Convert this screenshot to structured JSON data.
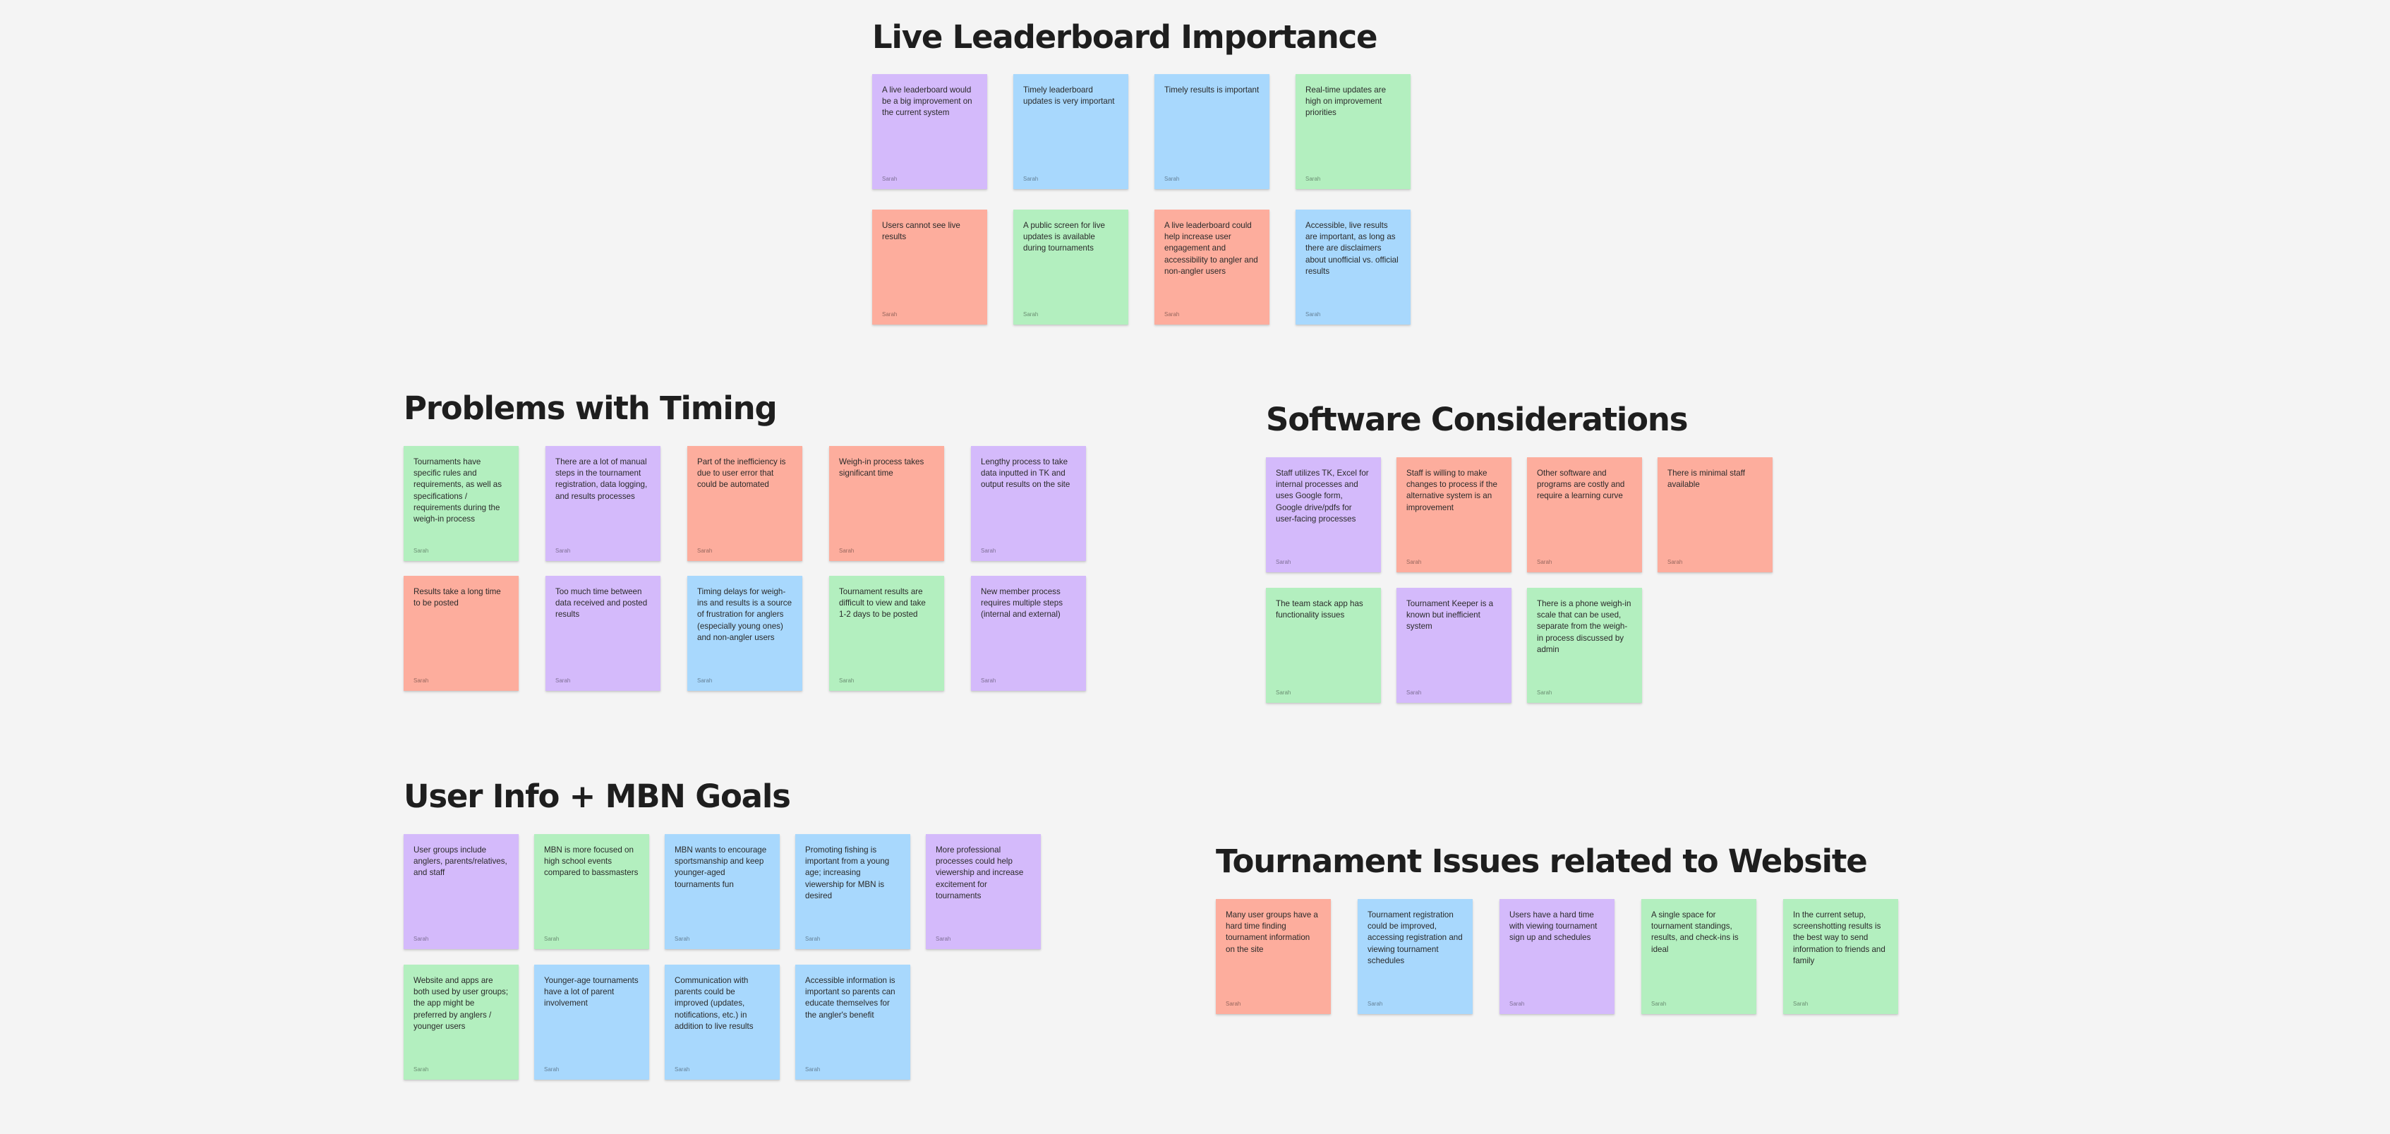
{
  "colors": {
    "canvas": "#f4f4f4",
    "violet": "#d4bafb",
    "blue": "#a8d8fd",
    "green": "#b3efbf",
    "red": "#fdad9d"
  },
  "sections": {
    "leaderboard": {
      "title": "Live Leaderboard Importance",
      "notes": [
        {
          "text": "A live leaderboard would be a big improvement on the current system",
          "author": "Sarah",
          "color": "violet"
        },
        {
          "text": "Timely leaderboard updates is very important",
          "author": "Sarah",
          "color": "blue"
        },
        {
          "text": "Timely results is important",
          "author": "Sarah",
          "color": "blue"
        },
        {
          "text": "Real-time updates are high on improvement priorities",
          "author": "Sarah",
          "color": "green"
        },
        {
          "text": "Users cannot see live results",
          "author": "Sarah",
          "color": "red"
        },
        {
          "text": "A public screen for live updates is available during tournaments",
          "author": "Sarah",
          "color": "green"
        },
        {
          "text": "A live leaderboard could help increase user engagement and accessibility to angler and non-angler users",
          "author": "Sarah",
          "color": "red"
        },
        {
          "text": "Accessible, live results are important, as long as there are disclaimers about unofficial vs. official results",
          "author": "Sarah",
          "color": "blue"
        }
      ]
    },
    "timing": {
      "title": "Problems with Timing",
      "notes": [
        {
          "text": "Tournaments have specific rules and requirements, as well as specifications / requirements during the weigh-in process",
          "author": "Sarah",
          "color": "green"
        },
        {
          "text": "There are a lot of manual steps in the tournament registration, data logging, and results processes",
          "author": "Sarah",
          "color": "violet"
        },
        {
          "text": "Part of the inefficiency is due to user error that could be automated",
          "author": "Sarah",
          "color": "red"
        },
        {
          "text": "Weigh-in process takes significant time",
          "author": "Sarah",
          "color": "red"
        },
        {
          "text": "Lengthy process to take data inputted in TK and output results on the site",
          "author": "Sarah",
          "color": "violet"
        },
        {
          "text": "Results take a long time to be posted",
          "author": "Sarah",
          "color": "red"
        },
        {
          "text": "Too much time between data received and posted results",
          "author": "Sarah",
          "color": "violet"
        },
        {
          "text": "Timing delays for weigh-ins and results is a source of frustration for anglers (especially young ones) and non-angler users",
          "author": "Sarah",
          "color": "blue"
        },
        {
          "text": "Tournament results are difficult to view and take 1-2 days to be posted",
          "author": "Sarah",
          "color": "green"
        },
        {
          "text": "New member process requires multiple steps (internal and external)",
          "author": "Sarah",
          "color": "violet"
        }
      ]
    },
    "software": {
      "title": "Software Considerations",
      "notes": [
        {
          "text": "Staff utilizes TK, Excel for internal processes and uses Google form, Google drive/pdfs for user-facing processes",
          "author": "Sarah",
          "color": "violet"
        },
        {
          "text": "Staff is willing to make changes to process if the alternative system is an improvement",
          "author": "Sarah",
          "color": "red"
        },
        {
          "text": "Other software and programs are costly and require a learning curve",
          "author": "Sarah",
          "color": "red"
        },
        {
          "text": "There is minimal staff available",
          "author": "Sarah",
          "color": "red"
        },
        {
          "text": "The team stack app has functionality issues",
          "author": "Sarah",
          "color": "green"
        },
        {
          "text": "Tournament Keeper is a known but inefficient system",
          "author": "Sarah",
          "color": "violet"
        },
        {
          "text": "There is a phone weigh-in scale that can be used, separate from the weigh-in process discussed by admin",
          "author": "Sarah",
          "color": "green"
        }
      ]
    },
    "userinfo": {
      "title": "User Info + MBN Goals",
      "notes": [
        {
          "text": "User groups include anglers, parents/relatives, and staff",
          "author": "Sarah",
          "color": "violet"
        },
        {
          "text": "MBN is more focused on high school events compared to bassmasters",
          "author": "Sarah",
          "color": "green"
        },
        {
          "text": "MBN wants to encourage sportsmanship and keep younger-aged tournaments fun",
          "author": "Sarah",
          "color": "blue"
        },
        {
          "text": "Promoting fishing is important from a young age; increasing viewership for MBN is desired",
          "author": "Sarah",
          "color": "blue"
        },
        {
          "text": "More professional processes could help viewership and increase excitement for tournaments",
          "author": "Sarah",
          "color": "violet"
        },
        {
          "text": "Website and apps are both used by user groups; the app might be preferred by anglers / younger users",
          "author": "Sarah",
          "color": "green"
        },
        {
          "text": "Younger-age tournaments have a lot of parent involvement",
          "author": "Sarah",
          "color": "blue"
        },
        {
          "text": "Communication with parents could be improved (updates, notifications, etc.) in addition to live results",
          "author": "Sarah",
          "color": "blue"
        },
        {
          "text": "Accessible information is important so parents can educate themselves for the angler's benefit",
          "author": "Sarah",
          "color": "blue"
        }
      ]
    },
    "tournament": {
      "title": "Tournament Issues related to Website",
      "notes": [
        {
          "text": "Many user groups have a hard time finding tournament information on the site",
          "author": "Sarah",
          "color": "red"
        },
        {
          "text": "Tournament registration could be improved, accessing registration and viewing tournament schedules",
          "author": "Sarah",
          "color": "blue"
        },
        {
          "text": "Users have a hard time with viewing tournament sign up and schedules",
          "author": "Sarah",
          "color": "violet"
        },
        {
          "text": "A single space for tournament standings, results, and check-ins is ideal",
          "author": "Sarah",
          "color": "green"
        },
        {
          "text": "In the current setup, screenshotting results is the best way to send information to friends and family",
          "author": "Sarah",
          "color": "green"
        }
      ]
    }
  }
}
